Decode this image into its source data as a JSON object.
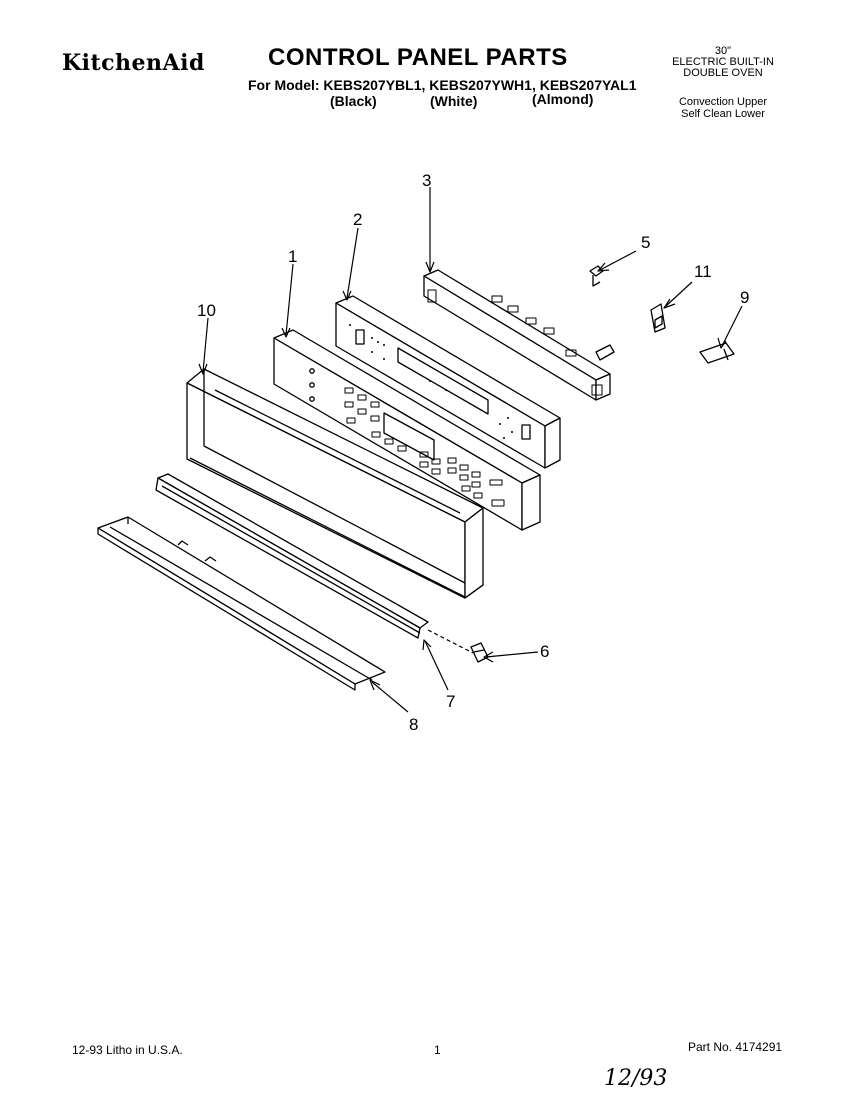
{
  "header": {
    "brand": "KitchenAid",
    "title": "CONTROL PANEL PARTS",
    "model_line": "For Model: KEBS207YBL1, KEBS207YWH1, KEBS207YAL1",
    "colors": [
      "(Black)",
      "(White)",
      "(Almond)"
    ]
  },
  "product": {
    "size": "30\"",
    "line1": "ELECTRIC BUILT-IN",
    "line2": "DOUBLE OVEN",
    "desc1": "Convection Upper",
    "desc2": "Self Clean Lower"
  },
  "callouts": [
    "1",
    "2",
    "3",
    "5",
    "11",
    "9",
    "10",
    "6",
    "7",
    "8"
  ],
  "footer": {
    "litho": "12-93 Litho in U.S.A.",
    "page": "1",
    "part_no": "Part No. 4174291",
    "handwritten": "12/93"
  }
}
